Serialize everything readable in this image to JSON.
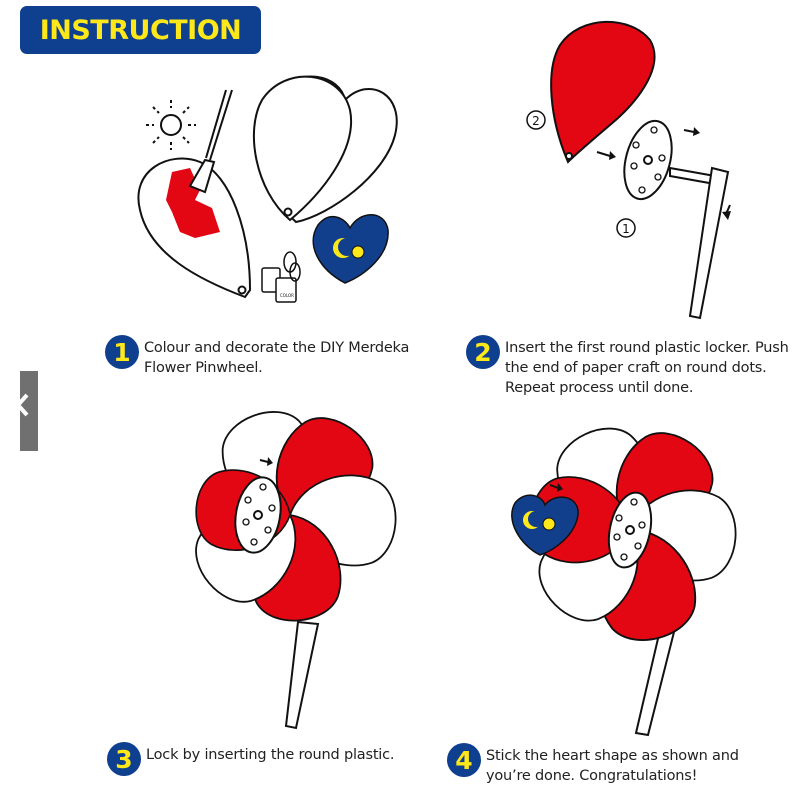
{
  "banner": {
    "title": "INSTRUCTION"
  },
  "colors": {
    "brand_blue": "#0f3f8f",
    "accent_yellow": "#ffe81a",
    "petal_red": "#e30613"
  },
  "side_tab": {
    "icon": "chevron-left-icon"
  },
  "illustrations": {
    "step1": {
      "paint_can_label": "COLOR"
    },
    "step2": {
      "label_circle_1": "1",
      "label_circle_2": "2"
    }
  },
  "steps": [
    {
      "number": "1",
      "text": "Colour and decorate the DIY Merdeka Flower Pinwheel."
    },
    {
      "number": "2",
      "text": "Insert the first round plastic locker. Push the end of paper craft on round dots. Repeat process until done."
    },
    {
      "number": "3",
      "text": "Lock by inserting the round plastic."
    },
    {
      "number": "4",
      "text": "Stick the heart shape as shown and you’re done. Congratulations!"
    }
  ]
}
